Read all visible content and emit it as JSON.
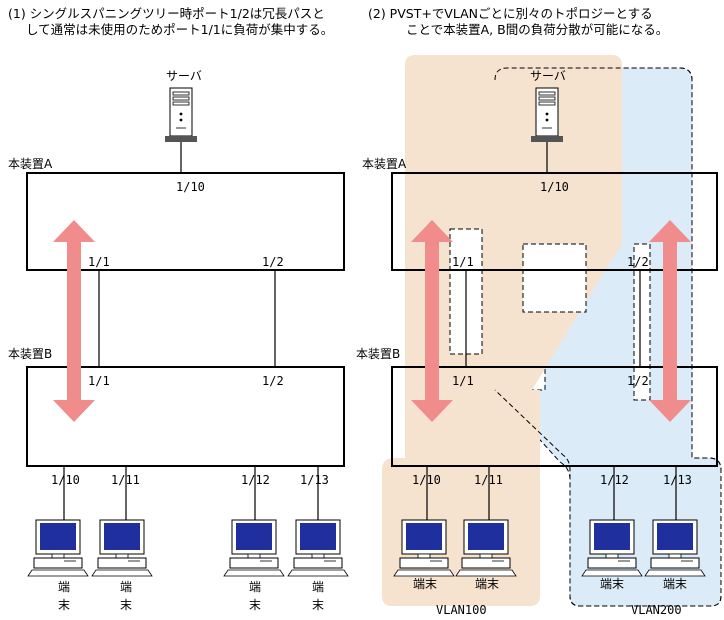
{
  "captions": {
    "left_line1": "(1) シングルスパニングツリー時ポート1/2は冗長パスと",
    "left_line2": "して通常は未使用のためポート1/1に負荷が集中する。",
    "right_line1": "(2) PVST+でVLANごとに別々のトポロジーとする",
    "right_line2": "ことで本装置A, B間の負荷分散が可能になる。"
  },
  "labels": {
    "server": "サーバ",
    "device_a": "本装置A",
    "device_b": "本装置B",
    "terminal_char1": "端",
    "terminal_char2": "末",
    "terminal": "端末",
    "vlan100": "VLAN100",
    "vlan200": "VLAN200"
  },
  "ports": {
    "p1_10": "1/10",
    "p1_1": "1/1",
    "p1_2": "1/2",
    "p1_11": "1/11",
    "p1_12": "1/12",
    "p1_13": "1/13"
  },
  "colors": {
    "vlan100_fill": "#f5e3d0",
    "vlan200_fill": "#dcebf8",
    "arrow": "#f08c8c",
    "line": "#000000"
  }
}
